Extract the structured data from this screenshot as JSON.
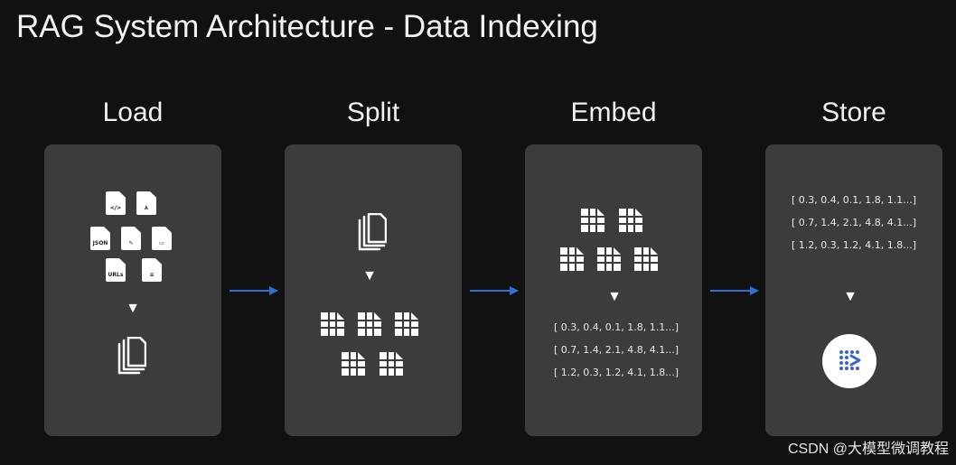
{
  "title": "RAG System Architecture - Data Indexing",
  "stages": {
    "load": {
      "label": "Load"
    },
    "split": {
      "label": "Split"
    },
    "embed": {
      "label": "Embed"
    },
    "store": {
      "label": "Store"
    }
  },
  "file_types": [
    "JSON",
    "URLs"
  ],
  "vectors": [
    "[ 0.3, 0.4, 0.1, 1.8, 1.1...]",
    "[ 0.7, 1.4, 2.1, 4.8, 4.1...]",
    "[ 1.2, 0.3, 1.2, 4.1, 1.8...]"
  ],
  "down_arrow_glyph": "▼",
  "watermark": "CSDN @大模型微调教程",
  "colors": {
    "background": "#111112",
    "panel": "#3c3c3c",
    "arrow": "#2f6fd6",
    "icon": "#ffffff"
  },
  "icons": [
    "code-file-icon",
    "pdf-file-icon",
    "json-file-icon",
    "edit-file-icon",
    "doc-file-icon",
    "urls-file-icon",
    "text-file-icon",
    "documents-stack-icon",
    "chunk-icon",
    "vector-database-icon"
  ]
}
